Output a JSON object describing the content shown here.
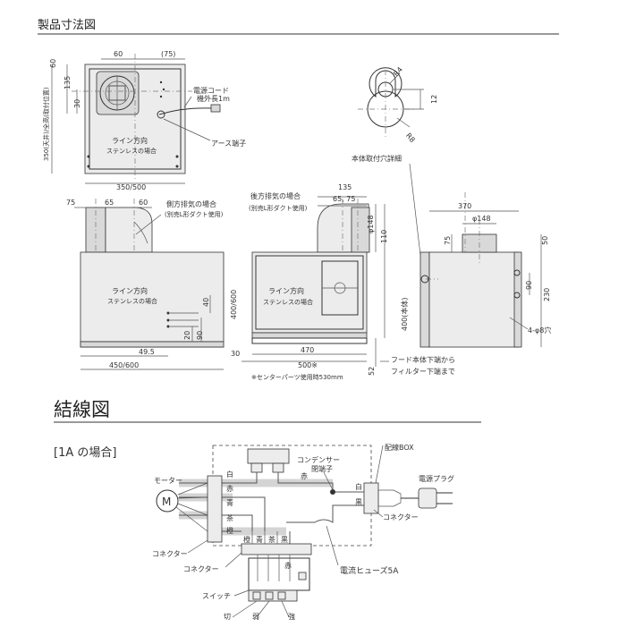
{
  "headings": {
    "dimension_title": "製品寸法図",
    "wiring_title": "結線図",
    "wiring_case": "[1A の場合]"
  },
  "front_view": {
    "dim_60_top": "60",
    "dim_75_top": "(75)",
    "dim_60_left": "60",
    "dim_135": "135",
    "dim_30": "30",
    "height_label": "350(天井)/全高(取付位置)",
    "cord_label_1": "電源コード",
    "cord_label_2": "機外長1m",
    "earth_label": "アース端子",
    "line_dir": "ライン方向",
    "stainless": "ステンレスの場合",
    "width": "350/500"
  },
  "detail": {
    "r4": "R4",
    "r8": "R8",
    "dim_12": "12",
    "caption": "本体取付穴詳細"
  },
  "side_exhaust": {
    "dim_75": "75",
    "dim_65": "65",
    "dim_60": "60",
    "label_1": "側方排気の場合",
    "label_2": "(別売L形ダクト使用)",
    "line_dir": "ライン方向",
    "stainless": "ステンレスの場合",
    "dim_40": "40",
    "dim_height": "400/600",
    "dim_20": "20",
    "dim_90": "90",
    "dim_49_5": "49.5",
    "width": "450/600"
  },
  "rear_exhaust": {
    "label_1": "後方排気の場合",
    "label_2": "(別売L形ダクト使用)",
    "dim_135": "135",
    "dim_65_75": "65, 75",
    "dim_phi148": "φ148",
    "dim_110": "110",
    "line_dir": "ライン方向",
    "stainless": "ステンレスの場合",
    "dim_400": "400(本体)",
    "dim_30": "30",
    "dim_470": "470",
    "dim_500": "500※",
    "center_note": "※センターパーツ使用時530mm",
    "dim_52": "52",
    "filter_note_1": "フード本体下端から",
    "filter_note_2": "フィルター下端まで"
  },
  "right_view": {
    "dim_370": "370",
    "dim_phi148": "φ148",
    "dim_75": "75",
    "dim_50": "50",
    "dim_90": "90",
    "dim_230": "230",
    "holes": "4-φ8穴"
  },
  "wiring": {
    "condenser": "コンデンサー",
    "box": "配線BOX",
    "terminal": "閉端子",
    "plug": "電源プラグ",
    "motor": "モーター",
    "motor_symbol": "M",
    "white": "白",
    "red": "赤",
    "blue": "青",
    "brown": "茶",
    "orange": "橙",
    "black": "黒",
    "connector": "コネクター",
    "fuse": "電流ヒューズ5A",
    "switch": "スイッチ",
    "off": "切",
    "weak": "弱",
    "strong": "強"
  }
}
